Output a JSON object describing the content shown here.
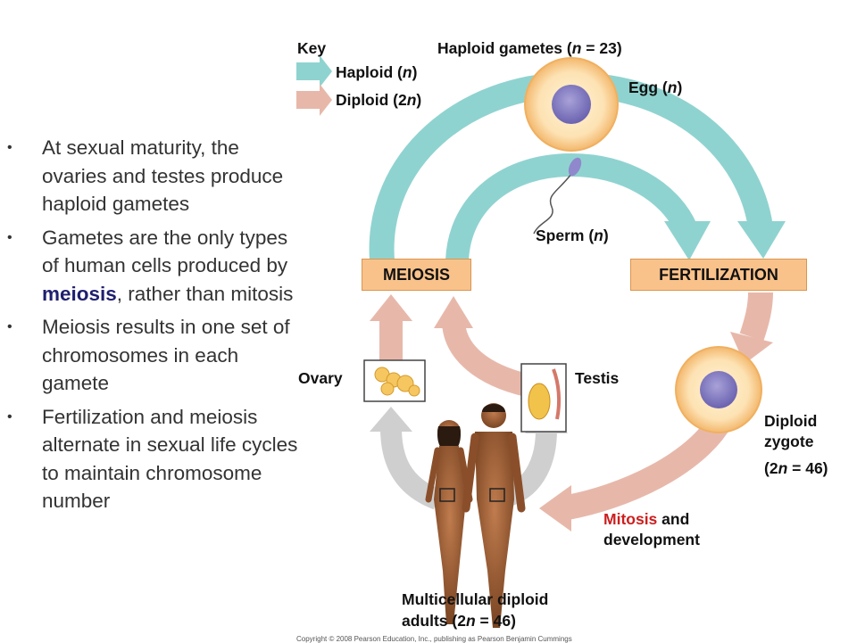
{
  "bullets": [
    {
      "text": "At sexual maturity, the ovaries and testes produce haploid gametes"
    },
    {
      "pre": "Gametes are the only types of human cells produced by ",
      "bold": "meiosis",
      "post": ", rather than mitosis"
    },
    {
      "text": "Meiosis results in one set of chromosomes in each gamete"
    },
    {
      "text": "Fertilization and meiosis alternate in sexual life cycles to maintain chromosome number"
    }
  ],
  "key": {
    "title": "Key",
    "haploid_label": "Haploid (",
    "haploid_var": "n",
    "diploid_label": "Diploid (2",
    "diploid_var": "n",
    "close": ")",
    "haploid_color": "#8fd3d0",
    "diploid_color": "#e7b8aa"
  },
  "diagram": {
    "gametes_pre": "Haploid gametes (",
    "gametes_var": "n",
    "gametes_post": " = 23)",
    "egg_pre": "Egg (",
    "egg_var": "n",
    "egg_post": ")",
    "sperm_pre": "Sperm (",
    "sperm_var": "n",
    "sperm_post": ")",
    "meiosis": "MEIOSIS",
    "fertilization": "FERTILIZATION",
    "ovary": "Ovary",
    "testis": "Testis",
    "zygote_line1": "Diploid",
    "zygote_line2": "zygote",
    "zygote_pre": "(2",
    "zygote_var": "n",
    "zygote_post": " = 46)",
    "mitosis_red": "Mitosis",
    "mitosis_rest": " and",
    "development": "development",
    "adults_line1": "Multicellular diploid",
    "adults_pre": "adults (2",
    "adults_var": "n",
    "adults_post": " = 46)",
    "copyright": "Copyright © 2008 Pearson Education, Inc., publishing as Pearson Benjamin Cummings"
  }
}
